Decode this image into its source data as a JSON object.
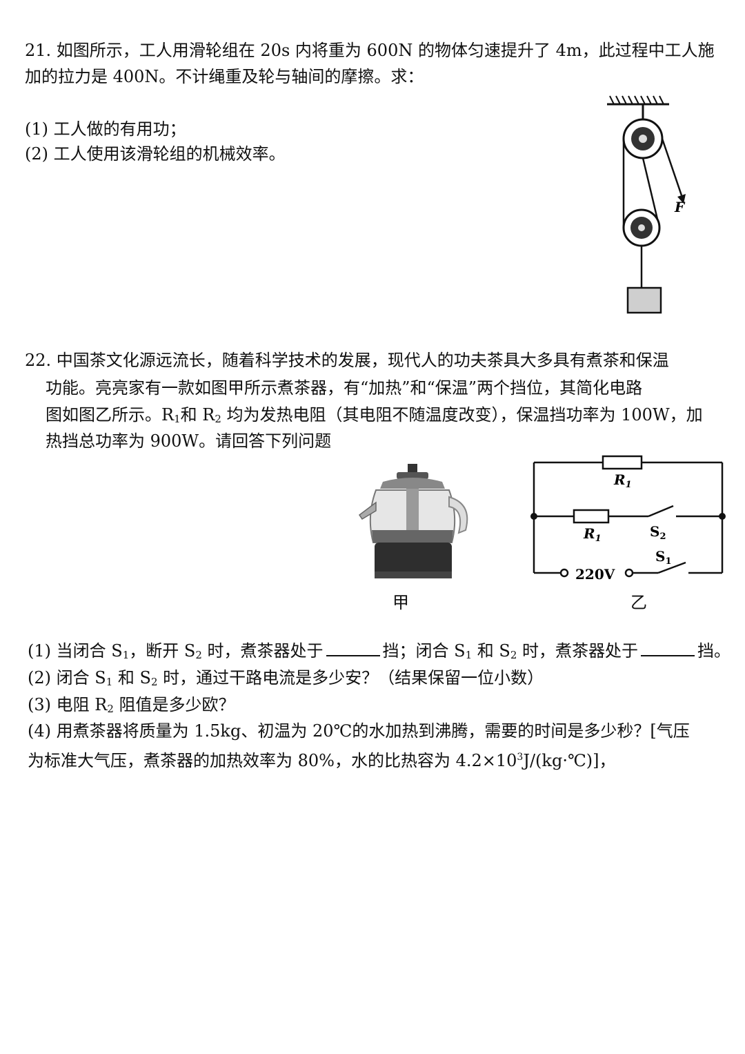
{
  "q21": {
    "line1": "21. 如图所示，工人用滑轮组在 20s 内将重为 600N 的物体匀速提升了 4m，此过程中工人施",
    "line2": "加的拉力是 400N。不计绳重及轮与轴间的摩擦。求：",
    "sub1": "(1) 工人做的有用功；",
    "sub2": "(2) 工人使用该滑轮组的机械效率。",
    "figure": {
      "force_label": "F"
    }
  },
  "q22": {
    "line1": "22. 中国茶文化源远流长，随着科学技术的发展，现代人的功夫茶具大多具有煮茶和保温",
    "line2": "功能。亮亮家有一款如图甲所示煮茶器，有“加热”和“保温”两个挡位，其简化电路",
    "line3a": "图如图乙所示。R",
    "line3b": "和 R",
    "line3c": " 均为发热电阻（其电阻不随温度改变），保温挡功率为 100W，加",
    "sub_index_1": "1",
    "sub_index_2": "2",
    "line4": "热挡总功率为 900W。请回答下列问题",
    "figure_a_caption": "甲",
    "figure_b_caption": "乙",
    "circuit": {
      "r_top": "R",
      "r_top_sub": "1",
      "r_mid": "R",
      "r_mid_sub": "1",
      "s2": "S",
      "s2_sub": "2",
      "s1": "S",
      "s1_sub": "1",
      "voltage": "220V"
    },
    "p1a": "(1) 当闭合 S",
    "p1b": "，断开 S",
    "p1c": " 时，煮茶器处于",
    "p1d": "挡；闭合 S",
    "p1e": " 和 S",
    "p1f": " 时，煮茶器处于",
    "p1g": "挡。",
    "p2a": "(2) 闭合 S",
    "p2b": " 和 S",
    "p2c": " 时，通过干路电流是多少安？（结果保留一位小数）",
    "p3a": "(3) 电阻 R",
    "p3b": " 阻值是多少欧？",
    "p4": "(4) 用煮茶器将质量为 1.5kg、初温为 20℃的水加热到沸腾，需要的时间是多少秒？[气压",
    "p5a": "为标准大气压，煮茶器的加热效率为 80%，水的比热容为 4.2×10",
    "p5_exp": "3",
    "p5b": "J/(kg·℃)]，"
  }
}
